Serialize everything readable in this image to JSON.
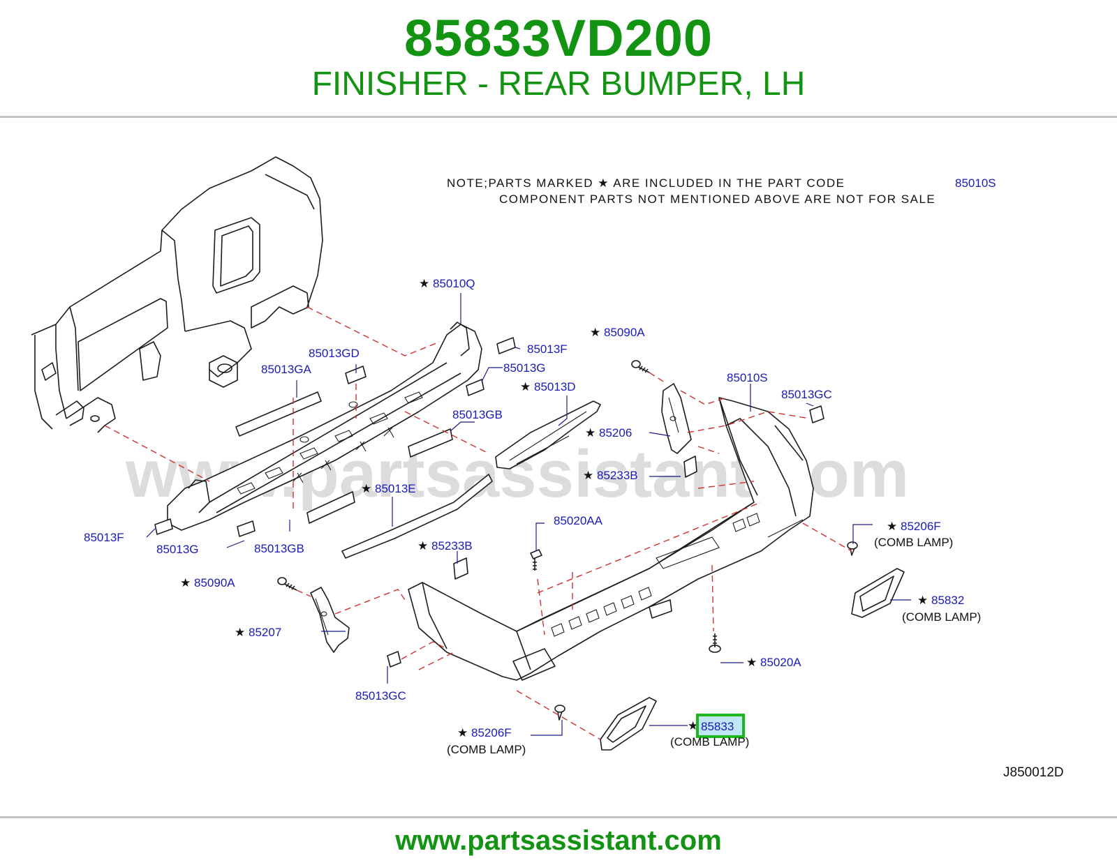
{
  "header": {
    "part_number": "85833VD200",
    "part_name": "FINISHER - REAR BUMPER, LH"
  },
  "note": {
    "line1": "NOTE;PARTS  MARKED  ★ ARE  INCLUDED  IN  THE  PART  CODE",
    "code": "85010S",
    "line2": "COMPONENT  PARTS  NOT  MENTIONED  ABOVE  ARE  NOT  FOR  SALE"
  },
  "watermark": "www.partsassistant.com",
  "diagram_code": "J850012D",
  "star_symbol": "★",
  "comb_lamp_label": "(COMB   LAMP)",
  "highlight_color": "#1db81d",
  "brand_color": "#129312",
  "callouts": {
    "c85010Q": "85010Q",
    "c85013F_top": "85013F",
    "c85013GD": "85013GD",
    "c85013G_top": "85013G",
    "c85013GA": "85013GA",
    "c85013D": "85013D",
    "c85013GB_top": "85013GB",
    "c85090A_top": "85090A",
    "c85010S": "85010S",
    "c85013GC_top": "85013GC",
    "c85206": "85206",
    "c85233B_top": "85233B",
    "c85013E": "85013E",
    "c85013F_bottom": "85013F",
    "c85013G_bottom": "85013G",
    "c85013GB_bottom": "85013GB",
    "c85020AA": "85020AA",
    "c85233B_mid": "85233B",
    "c85090A_bottom": "85090A",
    "c85207": "85207",
    "c85206F_right": "85206F",
    "c85832": "85832",
    "c85020A": "85020A",
    "c85013GC_bottom": "85013GC",
    "c85206F_bottom": "85206F",
    "c85833": "85833"
  },
  "footer": {
    "url": "www.partsassistant.com"
  }
}
